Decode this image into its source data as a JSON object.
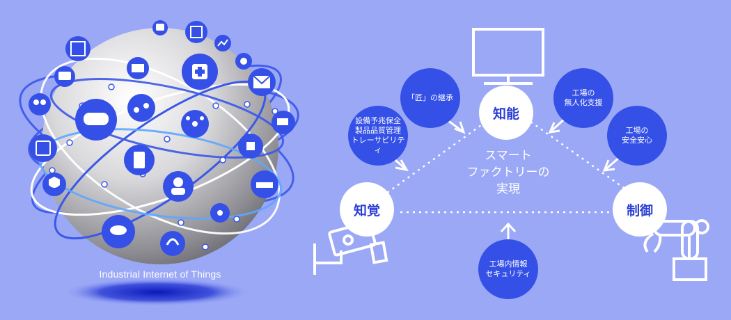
{
  "iiot": {
    "caption": "Industrial Internet of Things"
  },
  "icons": [
    "robot-icon",
    "chip-icon",
    "monitor-chart-icon",
    "cpu-icon",
    "satellite-icon",
    "factory-icon",
    "circuit-medical-icon",
    "mail-icon",
    "chat-icon",
    "vr-headset-icon",
    "robot-arm-icon",
    "network-hand-icon",
    "truck-icon",
    "people-icon",
    "wireless-tablet-icon",
    "tablet-icon",
    "crane-icon",
    "shield-check-icon",
    "user-support-icon",
    "ship-icon",
    "robot-arm-small-icon",
    "cloud-network-icon",
    "headset-icon"
  ],
  "diagram": {
    "center": [
      "スマート",
      "ファクトリーの",
      "実現"
    ],
    "nodes": {
      "intelligence": "知能",
      "perception": "知覚",
      "control": "制御"
    },
    "bubbles": {
      "takumi": [
        "「匠」の継承"
      ],
      "equipment": [
        "設備予兆保全",
        "製品品質管理",
        "トレーサビリティ"
      ],
      "unmanned": [
        "工場の",
        "無人化支援"
      ],
      "safety": [
        "工場の",
        "安全安心"
      ],
      "security": [
        "工場内情報",
        "セキュリティ"
      ]
    }
  },
  "colors": {
    "background": "#9aa8f6",
    "primary": "#3550e6",
    "node_text": "#2b3fd6",
    "white": "#ffffff"
  }
}
